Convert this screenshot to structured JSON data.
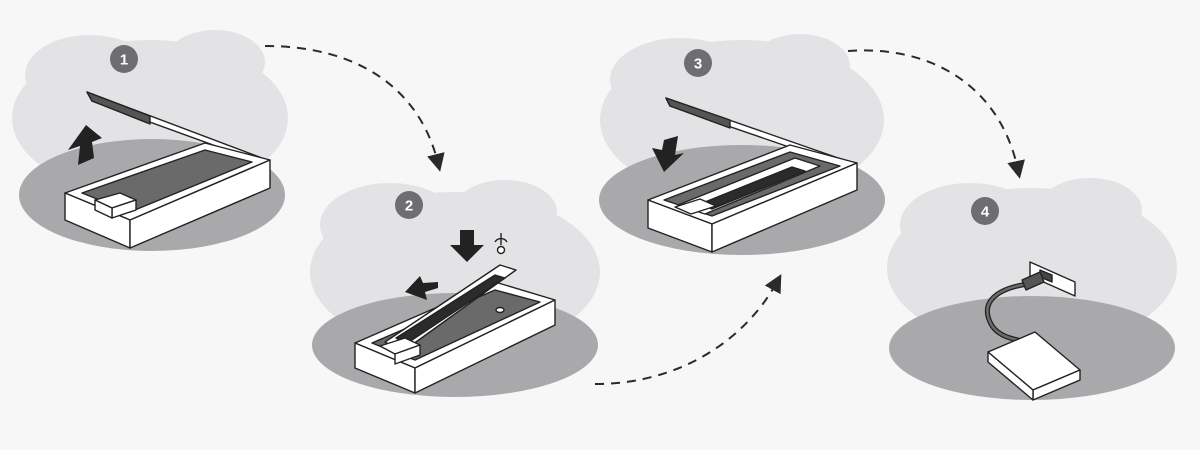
{
  "steps": [
    {
      "number": "1",
      "action": "open-lid"
    },
    {
      "number": "2",
      "action": "insert-ssd-and-screw"
    },
    {
      "number": "3",
      "action": "close-lid"
    },
    {
      "number": "4",
      "action": "connect-usb-cable"
    }
  ],
  "colors": {
    "background": "#f7f7f8",
    "cloud": "#e3e3e5",
    "floor_ellipse": "#a9a9ab",
    "badge": "#6e6e70",
    "arrow": "#2a2a2a",
    "outline": "#222222",
    "enclosure_body": "#ffffff",
    "enclosure_floor": "#6a6a6a",
    "ssd_label": "#2b2b2b"
  }
}
